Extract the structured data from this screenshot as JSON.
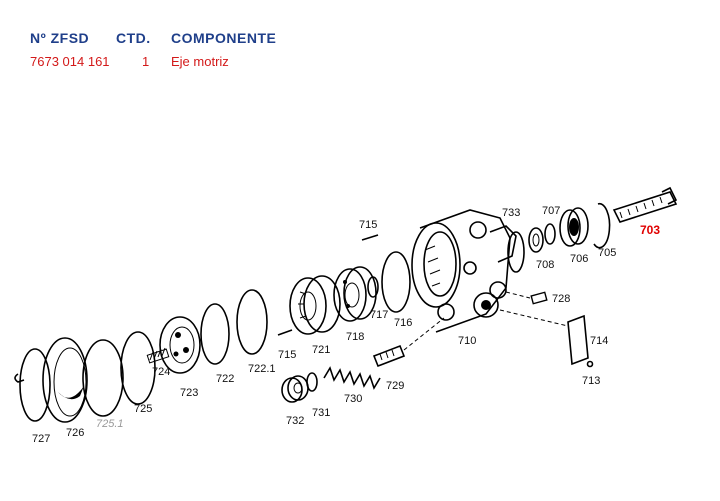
{
  "header": {
    "col_ref": "Nº ZFSD",
    "col_qty": "CTD.",
    "col_comp": "COMPONENTE",
    "row_ref": "7673 014 161",
    "row_qty": "1",
    "row_comp": "Eje motriz"
  },
  "colors": {
    "header": "#1f3f8a",
    "value": "#d31919",
    "highlight": "#e00000"
  },
  "labels": {
    "l715a": "715",
    "l733": "733",
    "l707": "707",
    "l703": "703",
    "l708": "708",
    "l706": "706",
    "l705": "705",
    "l728": "728",
    "l714": "714",
    "l713": "713",
    "l710": "710",
    "l716": "716",
    "l717": "717",
    "l718": "718",
    "l721": "721",
    "l715b": "715",
    "l7221": "722.1",
    "l722": "722",
    "l723": "723",
    "l724": "724",
    "l725": "725",
    "l7251": "725.1",
    "l726": "726",
    "l727": "727",
    "l729": "729",
    "l730": "730",
    "l731": "731",
    "l732": "732"
  }
}
